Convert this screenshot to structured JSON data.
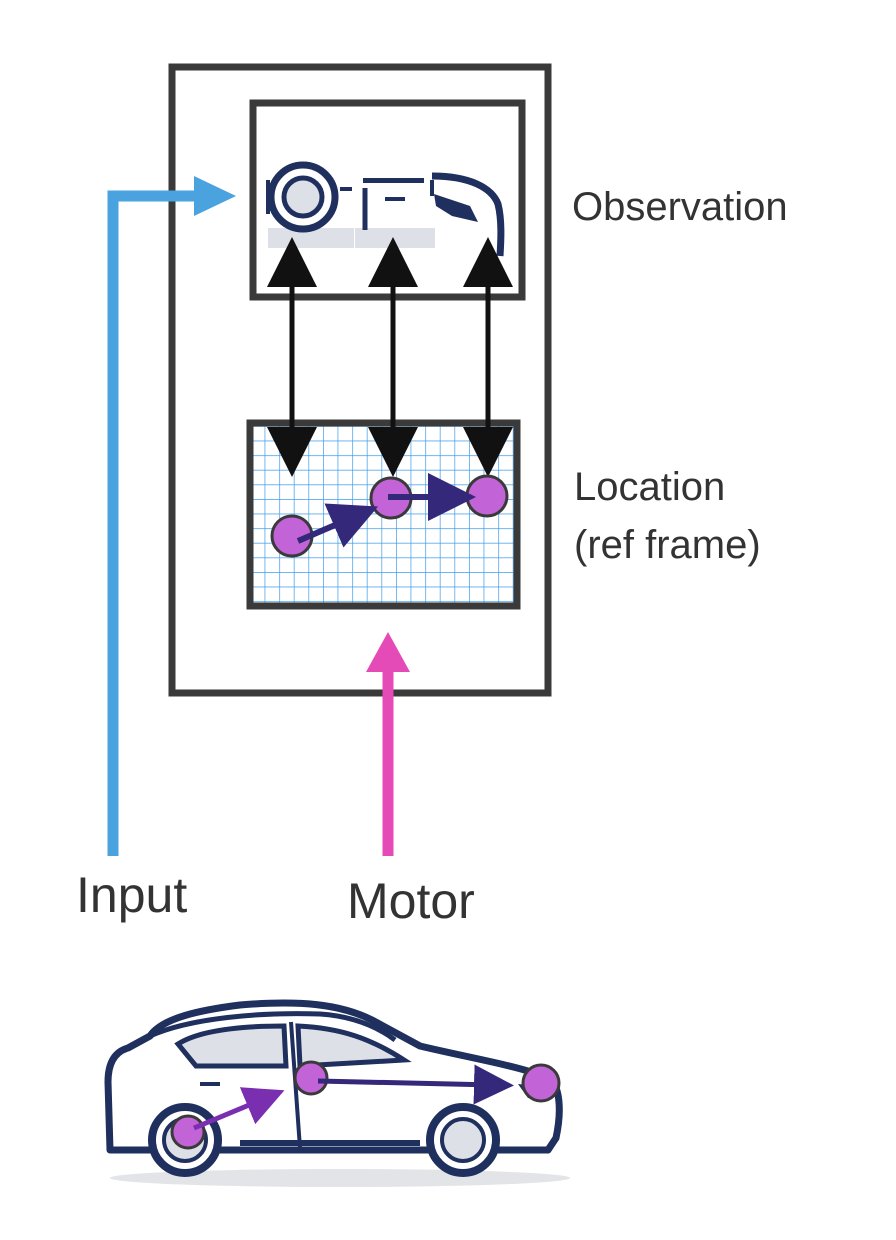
{
  "labels": {
    "observation": "Observation",
    "location_line1": "Location",
    "location_line2": "(ref frame)",
    "input": "Input",
    "motor": "Motor"
  },
  "colors": {
    "frame": "#3a3a3a",
    "input_arrow": "#4aa3df",
    "motor_arrow": "#e44bb6",
    "grid_line": "#3d9be9",
    "car_outline": "#1f2f5e",
    "car_fill_light": "#dde0e6",
    "location_dot": "#c264d8",
    "movement_arrow": "#34287a",
    "link_arrow": "#111111",
    "text": "#333333"
  },
  "icons": {
    "observation_fragments": [
      "wheel-fragment-icon",
      "door-fragment-icon",
      "headlight-fragment-icon"
    ],
    "car": "suv-car-icon"
  }
}
